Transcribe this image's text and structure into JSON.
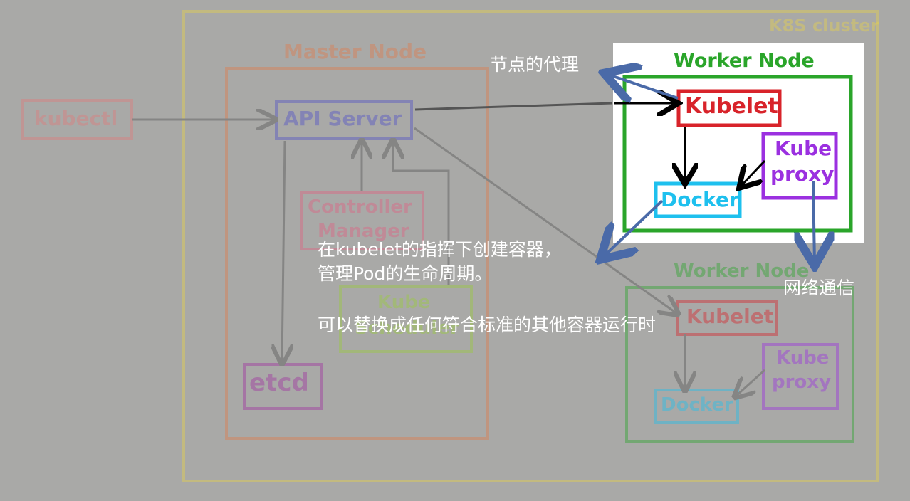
{
  "cluster_label": "K8S cluster",
  "master_node": {
    "title": "Master Node",
    "api_server": "API Server",
    "controller_manager": [
      "Controller",
      "Manager"
    ],
    "kube_scheduler": [
      "Kube",
      "Scheduler"
    ],
    "etcd": "etcd"
  },
  "kubectl": "kubectl",
  "worker_node_active": {
    "title": "Worker Node",
    "kubelet": "Kubelet",
    "docker": "Docker",
    "kube_proxy": [
      "Kube",
      "proxy"
    ]
  },
  "worker_node_faded": {
    "title": "Worker Node",
    "kubelet": "Kubelet",
    "docker": "Docker",
    "kube_proxy": [
      "Kube",
      "proxy"
    ]
  },
  "annotations": {
    "kubelet_note": "节点的代理",
    "docker_note_line1": "在kubelet的指挥下创建容器，",
    "docker_note_line2": "管理Pod的生命周期。",
    "docker_note_line3": "可以替换成任何符合标准的其他容器运行时",
    "proxy_note": "网络通信"
  },
  "colors": {
    "background": "#a9a9a7",
    "cluster": "#e8d24a",
    "master": "#e07a4a",
    "worker": "#2aa52a",
    "kubelet": "#d8232a",
    "docker": "#1ec0ee",
    "proxy": "#9b30e0",
    "api": "#5050c8",
    "annotation_arrow": "#4a6aa8"
  }
}
